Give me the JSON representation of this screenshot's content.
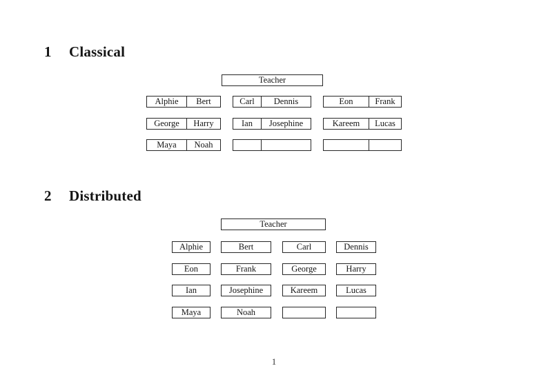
{
  "document": {
    "page_number": "1",
    "text_color": "#141414",
    "border_color": "#262626",
    "background_color": "#ffffff"
  },
  "classical": {
    "section_number": "1",
    "title": "Classical",
    "teacher_label": "Teacher",
    "rows": [
      [
        [
          "Alphie",
          "Bert"
        ],
        [
          "Carl",
          "Dennis"
        ],
        [
          "Eon",
          "Frank"
        ]
      ],
      [
        [
          "George",
          "Harry"
        ],
        [
          "Ian",
          "Josephine"
        ],
        [
          "Kareem",
          "Lucas"
        ]
      ],
      [
        [
          "Maya",
          "Noah"
        ],
        [
          "",
          ""
        ],
        [
          "",
          ""
        ]
      ]
    ]
  },
  "distributed": {
    "section_number": "2",
    "title": "Distributed",
    "teacher_label": "Teacher",
    "rows": [
      [
        "Alphie",
        "Bert",
        "Carl",
        "Dennis"
      ],
      [
        "Eon",
        "Frank",
        "George",
        "Harry"
      ],
      [
        "Ian",
        "Josephine",
        "Kareem",
        "Lucas"
      ],
      [
        "Maya",
        "Noah",
        "",
        ""
      ]
    ]
  }
}
